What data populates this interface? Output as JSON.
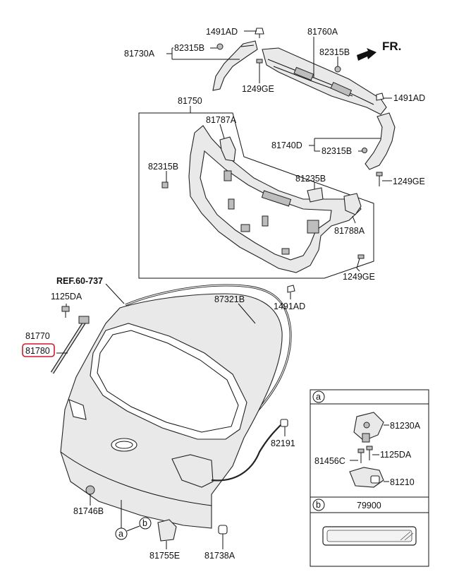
{
  "labels": {
    "p1491AD_top": "1491AD",
    "p81760A": "81760A",
    "p81730A": "81730A",
    "p82315B_topleft": "82315B",
    "p82315B_topright": "82315B",
    "p1249GE_top": "1249GE",
    "p1491AD_right": "1491AD",
    "p81750": "81750",
    "p81787A": "81787A",
    "p81740D": "81740D",
    "p82315B_mid": "82315B",
    "p82315B_left": "82315B",
    "p81235B": "81235B",
    "p1249GE_right": "1249GE",
    "p81788A": "81788A",
    "p1249GE_lower": "1249GE",
    "ref": "REF.60-737",
    "p1491AD_lower": "1491AD",
    "p1125DA_left": "1125DA",
    "p87321B": "87321B",
    "p81770": "81770",
    "p81780": "81780",
    "p82191": "82191",
    "p81746B": "81746B",
    "p81755E": "81755E",
    "p81738A": "81738A",
    "callout_a": "a",
    "callout_b": "b"
  },
  "fr_marker": "FR.",
  "detail_box": {
    "a_marker": "a",
    "b_marker": "b",
    "p81230A": "81230A",
    "p81456C": "81456C",
    "p1125DA": "1125DA",
    "p81210": "81210",
    "p79900": "79900"
  },
  "highlight": {
    "part": "81780",
    "color": "#d11a2a"
  }
}
